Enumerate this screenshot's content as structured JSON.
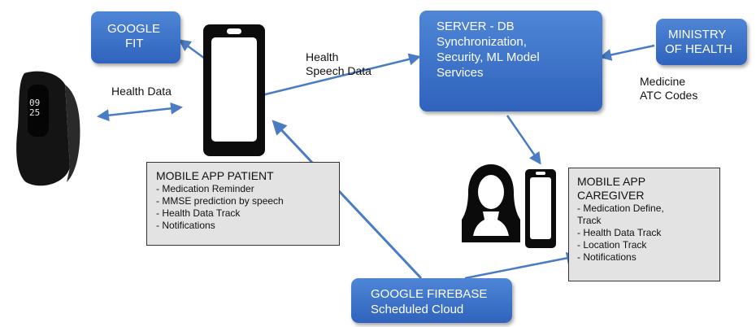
{
  "nodes": {
    "google_fit": {
      "line1": "GOOGLE",
      "line2": "FIT"
    },
    "server": {
      "line1": "SERVER - DB",
      "line2": "Synchronization,",
      "line3": "Security, ML Model",
      "line4": "Services"
    },
    "ministry": {
      "line1": "MINISTRY",
      "line2": "OF HEALTH"
    },
    "firebase": {
      "line1": "GOOGLE FIREBASE",
      "line2": "Scheduled Cloud"
    },
    "patient_app": {
      "title": "MOBILE APP PATIENT",
      "items": [
        "- Medication Reminder",
        "- MMSE prediction by speech",
        "- Health Data Track",
        "- Notifications"
      ]
    },
    "caregiver_app": {
      "title1": "MOBILE APP",
      "title2": "CAREGIVER",
      "items": [
        "- Medication Define,",
        "Track",
        "- Health Data Track",
        "- Location Track",
        "- Notifications"
      ]
    }
  },
  "edge_labels": {
    "health_data": "Health Data",
    "health_speech_1": "Health",
    "health_speech_2": "Speech Data",
    "medicine_1": "Medicine",
    "medicine_2": "ATC Codes"
  },
  "watch_display": {
    "hour": "09",
    "minute": "25"
  },
  "colors": {
    "box_blue": "#3b6fc8",
    "arrow_blue": "#4a7cc4",
    "device_black": "#0c0c0c",
    "panel_grey": "#e3e3e3"
  }
}
